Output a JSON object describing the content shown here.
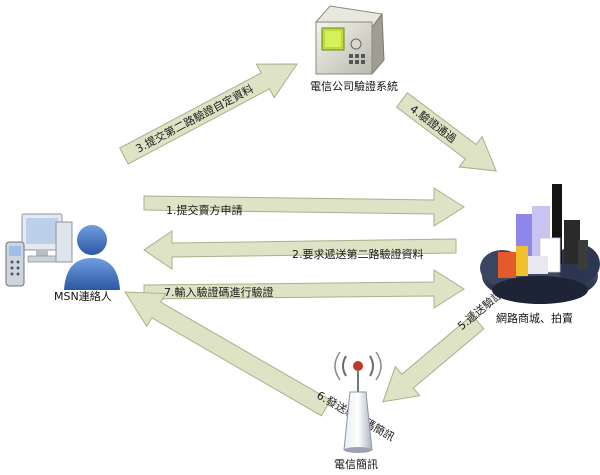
{
  "nodes": {
    "msn_contact": {
      "label": "MSN連絡人",
      "icon": "computer-user-phone-icon"
    },
    "telecom_system": {
      "label": "電信公司驗證系統",
      "icon": "safe-terminal-icon"
    },
    "online_shop": {
      "label": "網路商城、拍賣",
      "icon": "city-cloud-icon"
    },
    "sms": {
      "label": "電信簡訊",
      "icon": "antenna-tower-icon"
    }
  },
  "arrows": {
    "a1": "1.提交賣方申請",
    "a2": "2.要求遞送第二路驗證資料",
    "a3": "3.提交第二路驗證自定資料",
    "a4": "4.驗證通過",
    "a5": "5.遞送驗證碼",
    "a6": "6.發送驗證碼簡訊",
    "a7": "7.輸入驗證碼進行驗證"
  },
  "colors": {
    "arrow_fill": "#dde3c4",
    "arrow_stroke": "#a9b08a",
    "user_blue": "#3f6fb9"
  }
}
